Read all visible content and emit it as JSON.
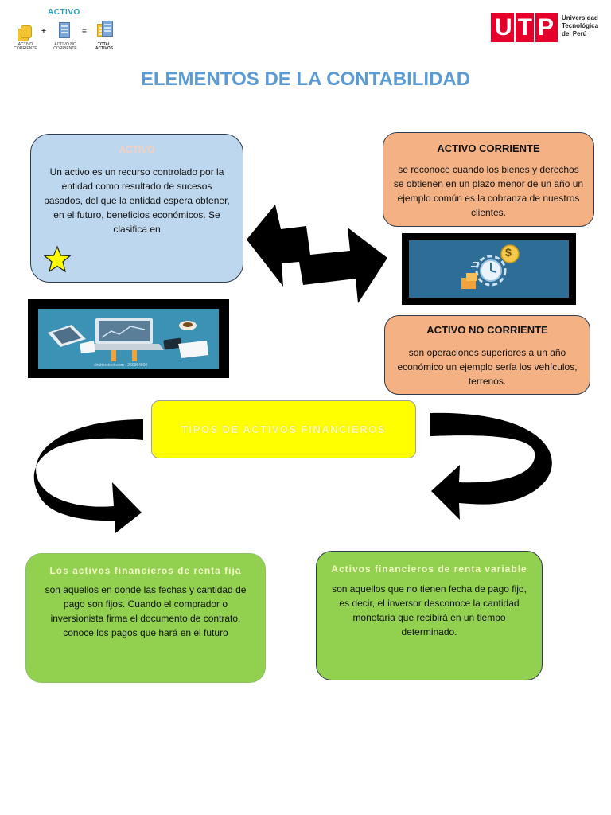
{
  "header": {
    "activo_mini": {
      "word": "ACTIVO",
      "item1_caption": "ACTIVO CORRIENTE",
      "item2_caption": "ACTIVO NO CORRIENTE",
      "total_caption": "TOTAL ACTIVOS",
      "plus": "+",
      "equals": "="
    },
    "logo": {
      "letters": [
        "U",
        "T",
        "P"
      ],
      "name_line1": "Universidad",
      "name_line2": "Tecnológica",
      "name_line3": "del Perú"
    }
  },
  "title": "ELEMENTOS DE LA CONTABILIDAD",
  "activo": {
    "heading": "ACTIVO",
    "body": "Un activo es un recurso controlado por la entidad como resultado de sucesos pasados, del que la entidad espera obtener, en el futuro, beneficios económicos. Se clasifica en"
  },
  "activo_corriente": {
    "heading": "ACTIVO CORRIENTE",
    "body": "se reconoce cuando los bienes y derechos se obtienen en un plazo menor de un año un ejemplo común es la cobranza de nuestros clientes."
  },
  "activo_no_corriente": {
    "heading": "ACTIVO NO CORRIENTE",
    "body": "son operaciones superiores a un año económico un ejemplo sería los vehículos, terrenos."
  },
  "tipos": {
    "heading": "TIPOS DE ACTIVOS FINANCIEROS"
  },
  "renta_fija": {
    "heading": "Los activos financieros de renta fija",
    "body": "son aquellos en donde las fechas y cantidad de pago son fijos. Cuando el comprador o inversionista firma el documento de contrato, conoce los pagos que hará en el futuro"
  },
  "renta_variable": {
    "heading": "Activos financieros de renta variable",
    "body": "son aquellos que no tienen fecha de pago fijo, es decir, el inversor desconoce la cantidad monetaria que recibirá en un tiempo determinado."
  },
  "images": {
    "desk_caption": "shutterstock.com · 230954800",
    "clock_symbol": "$"
  },
  "colors": {
    "title": "#5b9bd5",
    "activo_box": "#bdd7ee",
    "orange_box": "#f4b183",
    "tipos_box": "#ffff00",
    "green_box": "#92d050",
    "star": "#ffff00",
    "utp_red": "#e4002b"
  }
}
